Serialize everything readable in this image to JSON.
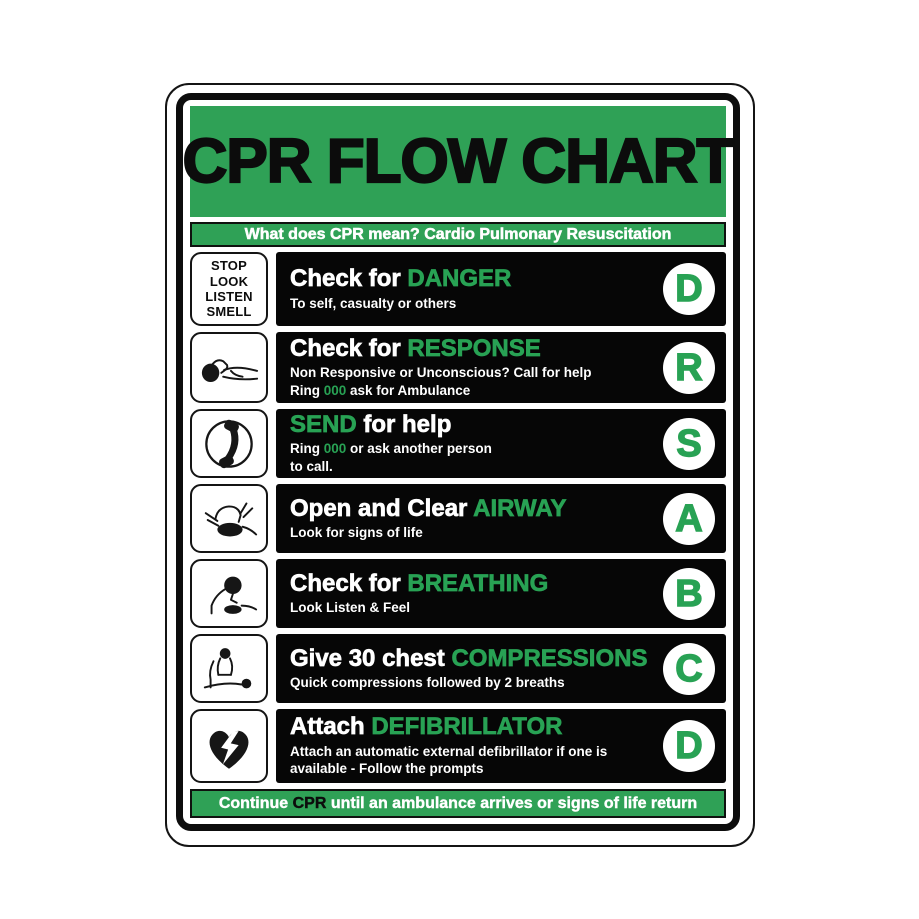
{
  "sign": {
    "title": "CPR FLOW CHART",
    "subtitle": "What does CPR mean? Cardio Pulmonary Resuscitation",
    "footer": {
      "pre": "Continue ",
      "highlight": "CPR",
      "post": " until an ambulance arrives or signs of life return"
    },
    "steps": [
      {
        "letter": "D",
        "icon": "stop-look-listen-smell",
        "icon_lines": [
          "STOP",
          "LOOK",
          "LISTEN",
          "SMELL"
        ],
        "title_pre": "Check for ",
        "keyword": "DANGER",
        "title_post": "",
        "line1": {
          "pre": "To self, casualty or others",
          "green": "",
          "post": ""
        }
      },
      {
        "letter": "R",
        "icon": "unconscious-person",
        "title_pre": "Check for ",
        "keyword": "RESPONSE",
        "title_post": "",
        "line1": {
          "pre": "Non Responsive or Unconscious? Call for help",
          "green": "",
          "post": ""
        },
        "line2": {
          "pre": "Ring ",
          "green": "000",
          "post": " ask for Ambulance"
        }
      },
      {
        "letter": "S",
        "icon": "telephone",
        "title_pre": "",
        "keyword": "SEND",
        "title_post": " for help",
        "line1": {
          "pre": "Ring ",
          "green": "000",
          "post": " or ask another person"
        },
        "line2": {
          "pre": "to call.",
          "green": "",
          "post": ""
        }
      },
      {
        "letter": "A",
        "icon": "open-airway",
        "title_pre": "Open and Clear ",
        "keyword": "AIRWAY",
        "title_post": "",
        "line1": {
          "pre": "Look for signs of life",
          "green": "",
          "post": ""
        }
      },
      {
        "letter": "B",
        "icon": "check-breathing",
        "title_pre": "Check for ",
        "keyword": "BREATHING",
        "title_post": "",
        "line1": {
          "pre": "Look Listen & Feel",
          "green": "",
          "post": ""
        }
      },
      {
        "letter": "C",
        "icon": "chest-compressions",
        "title_pre": "Give 30 chest ",
        "keyword": "COMPRESSIONS",
        "title_post": "",
        "line1": {
          "pre": "Quick compressions followed by 2 breaths",
          "green": "",
          "post": ""
        }
      },
      {
        "letter": "D",
        "icon": "defibrillator-heart",
        "title_pre": "Attach ",
        "keyword": "DEFIBRILLATOR",
        "title_post": "",
        "line1": {
          "pre": "Attach an automatic external defibrillator if one is",
          "green": "",
          "post": ""
        },
        "line2": {
          "pre": "available - Follow the prompts",
          "green": "",
          "post": ""
        }
      }
    ]
  },
  "colors": {
    "green_bg": "#2fa156",
    "green_text": "#28a254",
    "dark": "#0d0d0d",
    "white": "#ffffff"
  }
}
